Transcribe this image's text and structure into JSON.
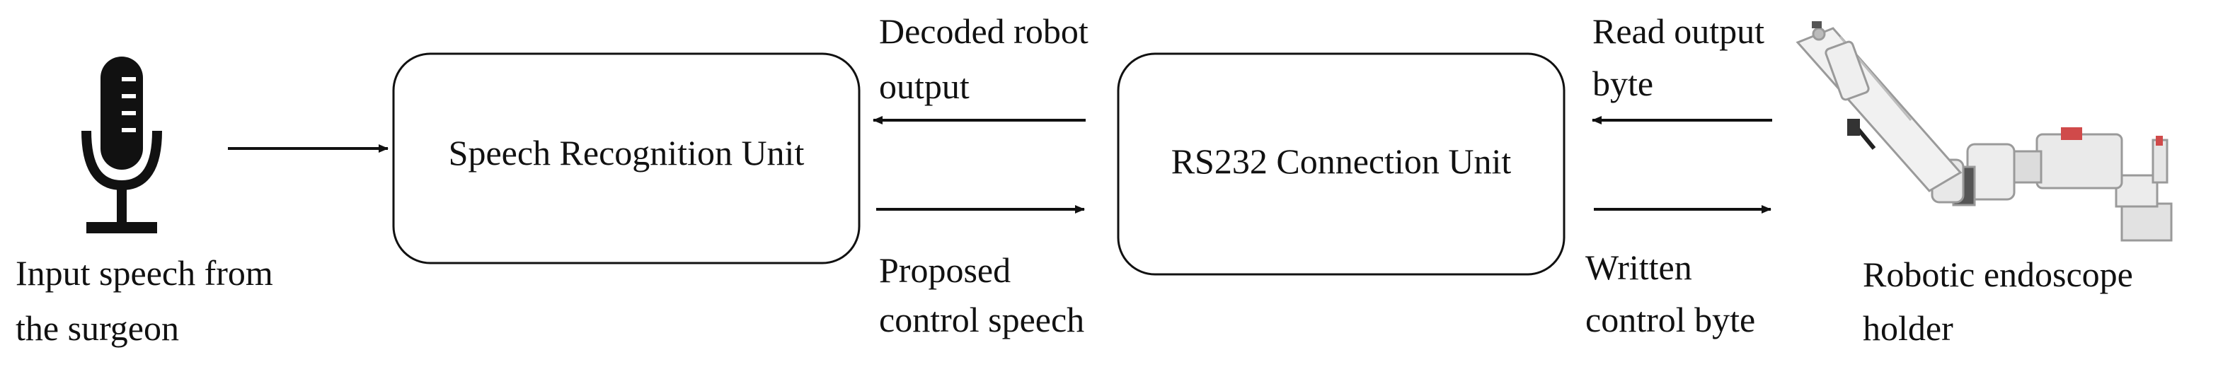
{
  "diagram": {
    "nodes": {
      "microphone": {
        "icon": "microphone-icon",
        "caption": [
          "Input speech from",
          "the surgeon"
        ]
      },
      "speech_unit": {
        "label": "Speech Recognition Unit"
      },
      "rs232_unit": {
        "label": "RS232 Connection Unit"
      },
      "robot": {
        "icon": "robotic-arm-icon",
        "caption": [
          "Robotic endoscope",
          "holder"
        ]
      }
    },
    "edges": {
      "decoded_output": [
        "Decoded robot",
        "output"
      ],
      "proposed_speech": [
        "Proposed",
        "control speech"
      ],
      "read_byte": [
        "Read output",
        "byte"
      ],
      "written_byte": [
        "Written",
        "control byte"
      ]
    }
  },
  "colors": {
    "ink": "#111111",
    "robot_body": "#e8e8e8",
    "robot_accent": "#d04a4a"
  }
}
